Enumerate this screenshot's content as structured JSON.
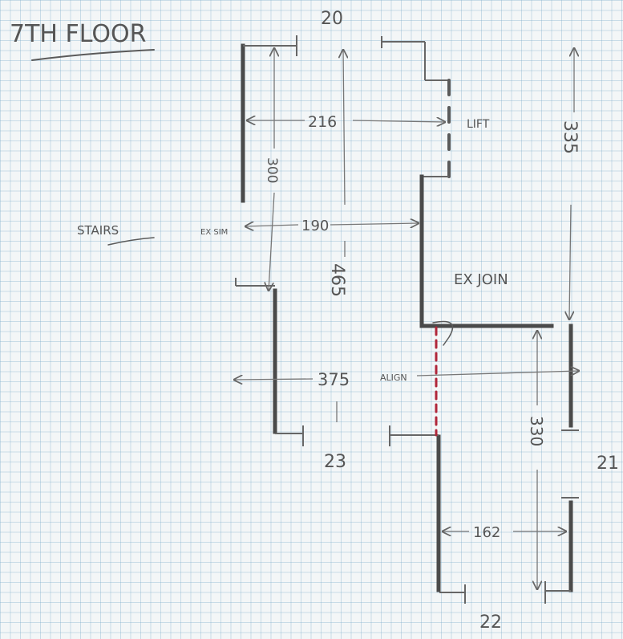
{
  "title": "7TH FLOOR",
  "room_numbers": {
    "top": "20",
    "right": "21",
    "bottom": "22",
    "left_bottom": "23"
  },
  "labels": {
    "stairs": "STAIRS",
    "ex_sim": "EX SIM",
    "lift": "LIFT",
    "ex_join": "EX JOIN",
    "align": "ALIGN"
  },
  "dimensions": {
    "top_width": "216",
    "top_height": "300",
    "mid_width": "190",
    "total_height": "465",
    "right_height": "335",
    "full_width": "375",
    "lower_right_height": "330",
    "lower_width": "162"
  },
  "colors": {
    "pencil": "#4a4a4a",
    "red_pen": "#b0263a",
    "grid": "#78aac8"
  }
}
